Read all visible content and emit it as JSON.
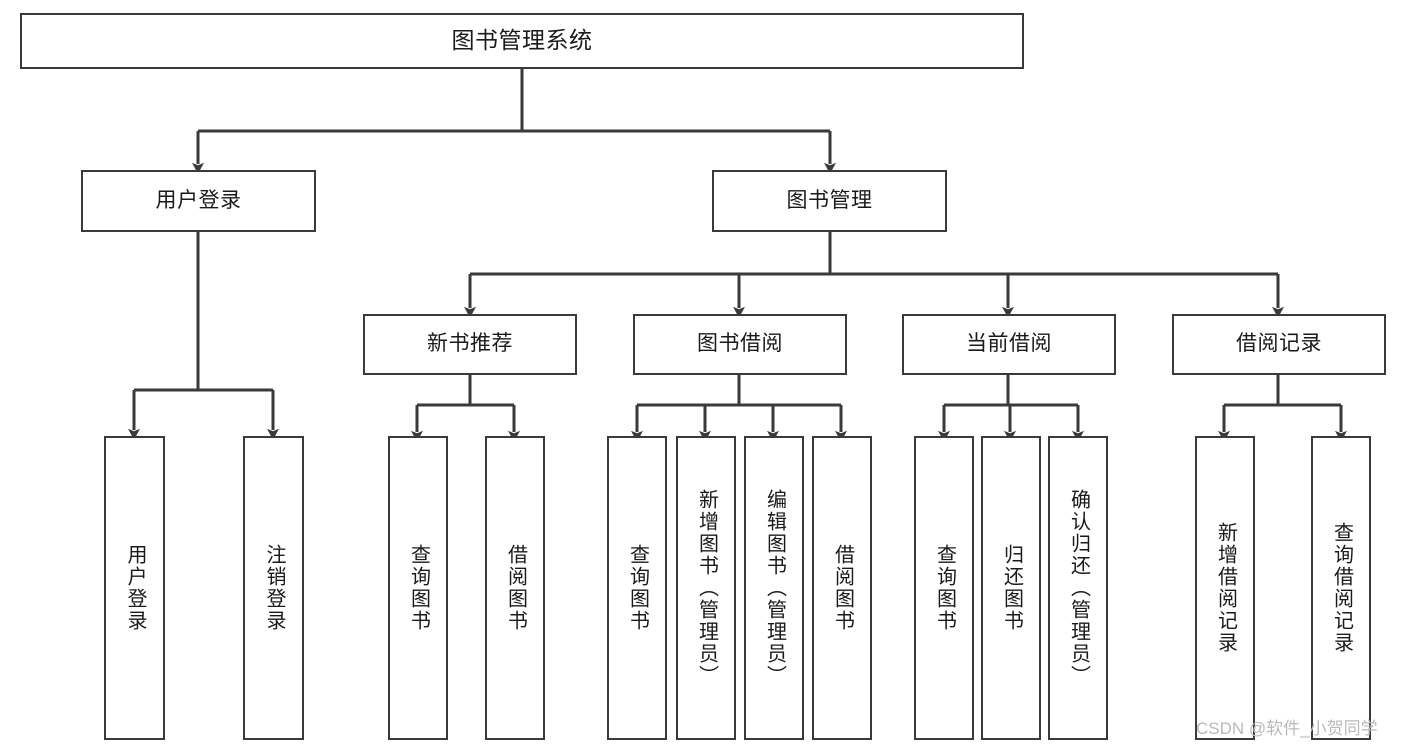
{
  "diagram": {
    "type": "tree-hierarchy-diagram",
    "title": "图书管理系统",
    "style": {
      "box_fill": "#ffffff",
      "box_stroke": "#3a3a3a",
      "text_color": "#1a1a1a",
      "connector_color": "#3a3a3a",
      "background": "#ffffff",
      "watermark_color": "#b9b9b9"
    },
    "root": {
      "label": "图书管理系统"
    },
    "level1": [
      {
        "id": "user-login",
        "label": "用户登录"
      },
      {
        "id": "book-management",
        "label": "图书管理"
      }
    ],
    "level2": [
      {
        "id": "new-book-recommend",
        "label": "新书推荐",
        "parent": "book-management"
      },
      {
        "id": "book-borrow",
        "label": "图书借阅",
        "parent": "book-management"
      },
      {
        "id": "current-borrow",
        "label": "当前借阅",
        "parent": "book-management"
      },
      {
        "id": "borrow-record",
        "label": "借阅记录",
        "parent": "book-management"
      }
    ],
    "leaves": [
      {
        "id": "leaf-user-login",
        "label": "用户登录",
        "parent": "user-login"
      },
      {
        "id": "leaf-logout-login",
        "label": "注销登录",
        "parent": "user-login"
      },
      {
        "id": "leaf-query-book-1",
        "label": "查询图书",
        "parent": "new-book-recommend"
      },
      {
        "id": "leaf-borrow-book-1",
        "label": "借阅图书",
        "parent": "new-book-recommend"
      },
      {
        "id": "leaf-query-book-2",
        "label": "查询图书",
        "parent": "book-borrow"
      },
      {
        "id": "leaf-add-book",
        "label": "新增图书（管理员）",
        "parent": "book-borrow"
      },
      {
        "id": "leaf-edit-book",
        "label": "编辑图书（管理员）",
        "parent": "book-borrow"
      },
      {
        "id": "leaf-borrow-book-2",
        "label": "借阅图书",
        "parent": "book-borrow"
      },
      {
        "id": "leaf-query-book-3",
        "label": "查询图书",
        "parent": "current-borrow"
      },
      {
        "id": "leaf-return-book",
        "label": "归还图书",
        "parent": "current-borrow"
      },
      {
        "id": "leaf-confirm-return",
        "label": "确认归还（管理员）",
        "parent": "current-borrow"
      },
      {
        "id": "leaf-add-record",
        "label": "新增借阅记录",
        "parent": "borrow-record"
      },
      {
        "id": "leaf-query-record",
        "label": "查询借阅记录",
        "parent": "borrow-record"
      }
    ],
    "watermark": "CSDN @软件_小贺同学"
  }
}
